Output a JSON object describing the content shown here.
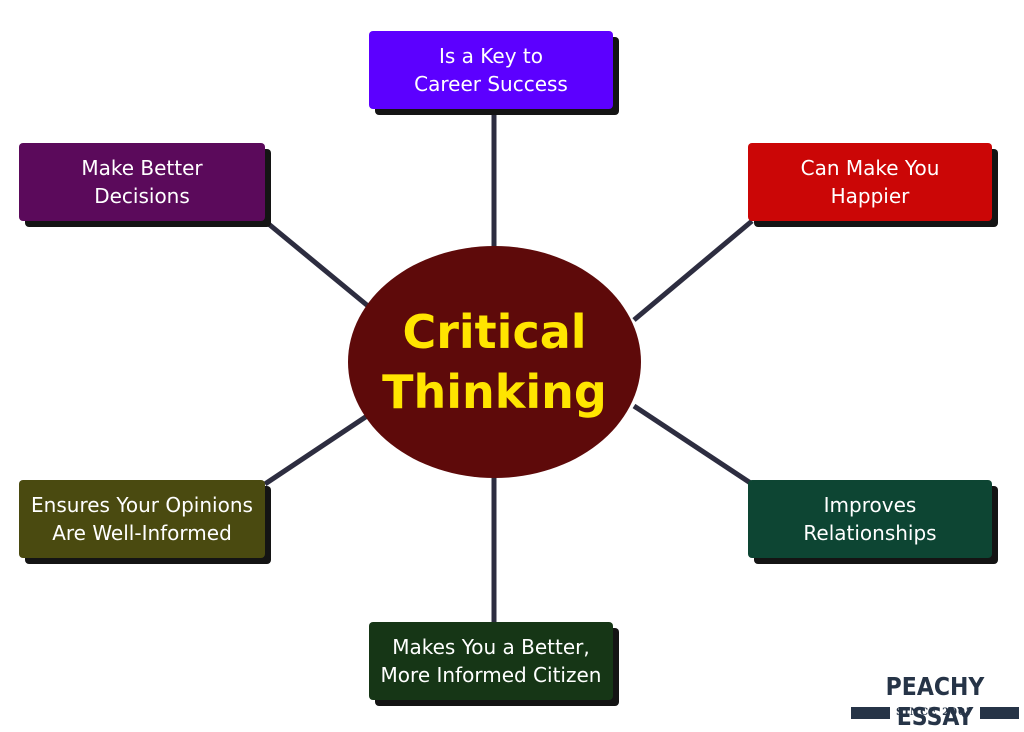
{
  "colors": {
    "connector": "#2d2d40",
    "center_fill": "#5e0a0a",
    "center_text": "#ffe500",
    "logo": "#263447"
  },
  "center": {
    "label": "Critical\nThinking"
  },
  "nodes": [
    {
      "id": "top",
      "label": "Is a Key to\nCareer Success",
      "color": "#5c00ff"
    },
    {
      "id": "tl",
      "label": "Make Better\nDecisions",
      "color": "#5b0a5b"
    },
    {
      "id": "tr",
      "label": "Can Make You\nHappier",
      "color": "#cb0606"
    },
    {
      "id": "bl",
      "label": "Ensures Your Opinions\nAre Well-Informed",
      "color": "#4a4a10"
    },
    {
      "id": "br",
      "label": "Improves\nRelationships",
      "color": "#0d4533"
    },
    {
      "id": "bottom",
      "label": "Makes You a Better,\nMore Informed Citizen",
      "color": "#163616"
    }
  ],
  "logo": {
    "name": "PEACHY ESSAY",
    "since": "SINCE 2007"
  }
}
